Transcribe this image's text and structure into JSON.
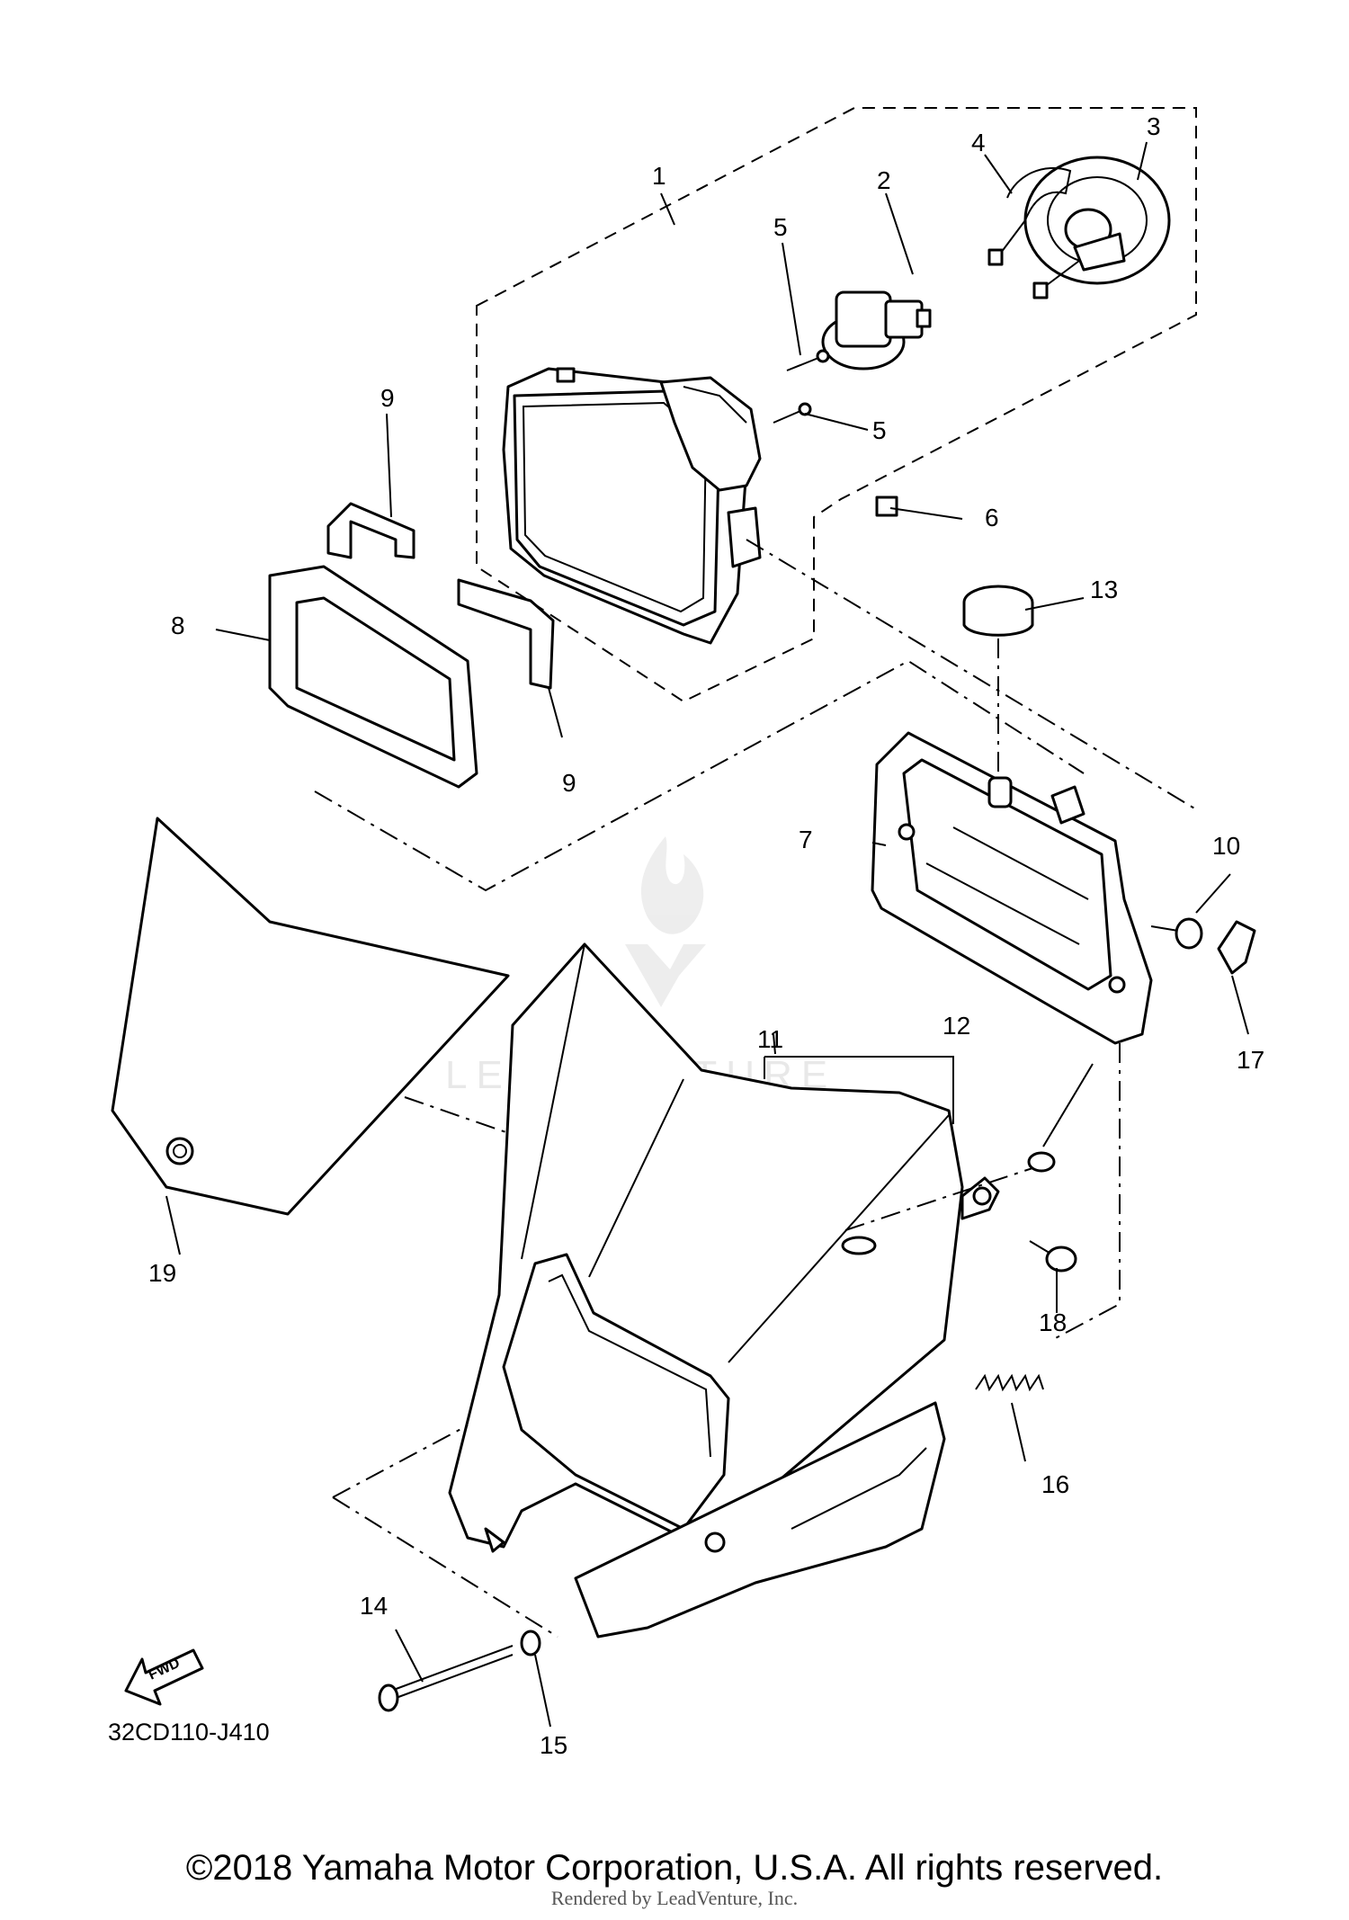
{
  "diagram": {
    "callouts": [
      "1",
      "2",
      "3",
      "4",
      "5",
      "5",
      "6",
      "7",
      "8",
      "9",
      "9",
      "10",
      "11",
      "12",
      "13",
      "14",
      "15",
      "16",
      "17",
      "18",
      "19"
    ],
    "fwd_label": "FWD",
    "diagram_code": "32CD110-J410",
    "watermark": "LEADVENTURE"
  },
  "footer": {
    "copyright": "©2018 Yamaha Motor Corporation, U.S.A. All rights reserved.",
    "rendered_by": "Rendered by LeadVenture, Inc."
  },
  "colors": {
    "line": "#000000",
    "background": "#ffffff",
    "watermark": "#e6e6e6"
  }
}
